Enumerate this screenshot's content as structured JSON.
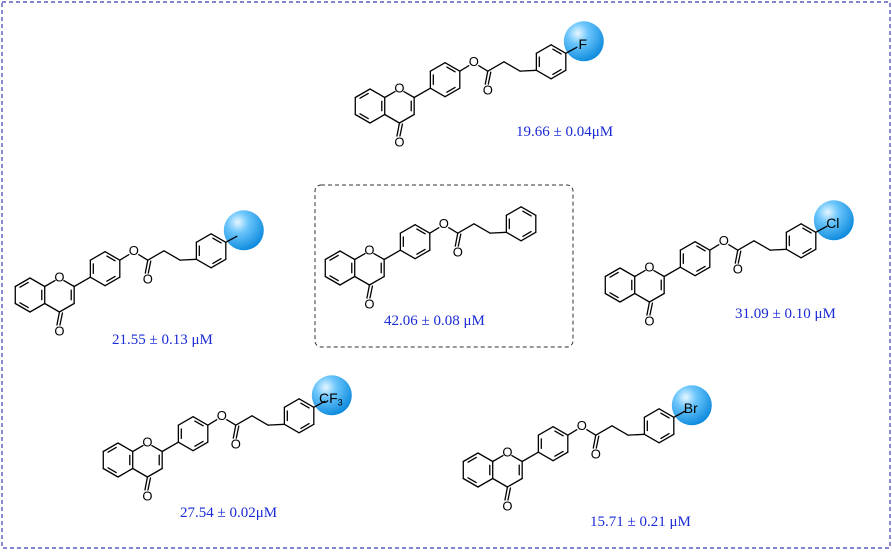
{
  "compounds": [
    {
      "id": "F",
      "substituent_label": "F",
      "ic50": "19.66 ± 0.04μM"
    },
    {
      "id": "CH3",
      "substituent_label": "",
      "ic50": "21.55 ± 0.13 μM"
    },
    {
      "id": "H",
      "substituent_label": "",
      "ic50": "42.06 ± 0.08 μM"
    },
    {
      "id": "Cl",
      "substituent_label": "Cl",
      "ic50": "31.09 ± 0.10 μM"
    },
    {
      "id": "CF3",
      "substituent_label": "CF",
      "substituent_subscript": "3",
      "ic50": "27.54 ± 0.02μM"
    },
    {
      "id": "Br",
      "substituent_label": "Br",
      "ic50": "15.71 ± 0.21 μM"
    }
  ],
  "atom_labels": {
    "ring_oxygen": "O",
    "ester_oxygen": "O",
    "carbonyl_oxygen": "O"
  },
  "colors": {
    "value_text": "#1a2bd6",
    "outer_border": "#3b3bb5",
    "inner_border": "#333333",
    "substituent_ball_light": "#bfe6ff",
    "substituent_ball_dark": "#0a8ee0"
  }
}
